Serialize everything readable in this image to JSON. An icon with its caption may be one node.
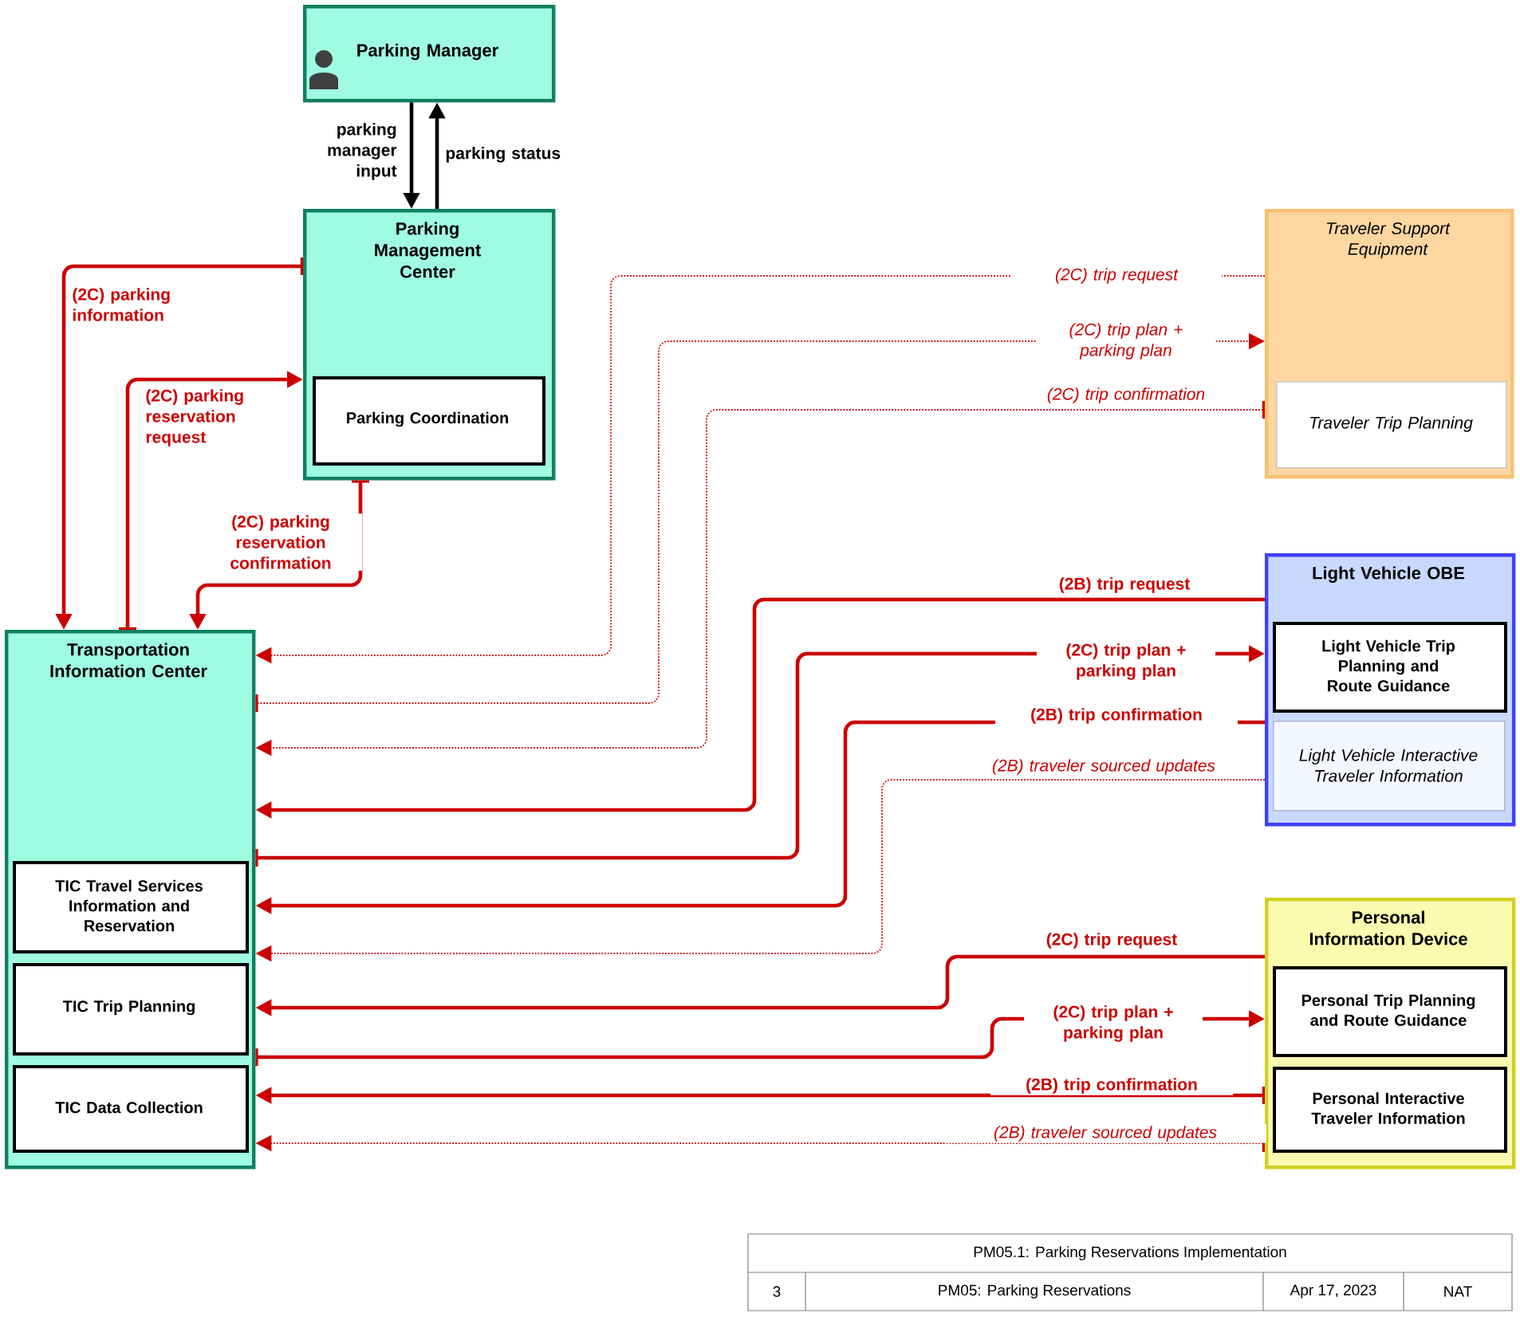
{
  "diagram": {
    "nodes": [
      {
        "text": [
          "Parking Manager"
        ]
      },
      {
        "text": [
          "Parking Management Center"
        ]
      },
      {
        "text": [
          "Parking Coordination"
        ],
        "in": 1
      },
      {
        "text": [
          "Transportation Information Center"
        ]
      },
      {
        "text": [
          "TIC Travel Services Information and Reservation"
        ],
        "in": 3
      },
      {
        "text": [
          "TIC Trip Planning"
        ],
        "in": 3
      },
      {
        "text": [
          "TIC Data Collection"
        ],
        "in": 3
      },
      {
        "text": [
          "Traveler Support Equipment"
        ]
      },
      {
        "text": [
          "Traveler Trip Planning"
        ],
        "in": 7
      },
      {
        "text": [
          "Light Vehicle OBE"
        ]
      },
      {
        "text": [
          "Light Vehicle Trip Planning and Route Guidance"
        ],
        "in": 9
      },
      {
        "text": [
          "Light Vehicle Interactive Traveler Information"
        ],
        "in": 9
      },
      {
        "text": [
          "Personal Information Device"
        ]
      },
      {
        "text": [
          "Personal Trip Planning and Route Guidance"
        ],
        "in": 12
      },
      {
        "text": [
          "Personal Interactive Traveler Information"
        ],
        "in": 12
      }
    ],
    "edges": [
      {
        "from": 0,
        "to": 1,
        "arrow": "to",
        "label": "parking manager input",
        "color": "#000000"
      },
      {
        "from": 1,
        "to": 0,
        "arrow": "to",
        "label": "parking status",
        "color": "#000000"
      },
      {
        "from": 1,
        "to": 3,
        "arrow": "to",
        "label": "(2C) parking information"
      },
      {
        "from": 3,
        "to": 1,
        "arrow": "to",
        "label": "(2C) parking reservation request"
      },
      {
        "from": 1,
        "to": 3,
        "arrow": "to",
        "label": "(2C) parking reservation confirmation"
      },
      {
        "from": 7,
        "to": 3,
        "arrow": "to",
        "label": "(2C) trip request",
        "style": "dashed"
      },
      {
        "from": 3,
        "to": 7,
        "arrow": "to",
        "label": "(2C) trip plan + parking plan",
        "style": "dashed"
      },
      {
        "from": 7,
        "to": 3,
        "arrow": "to",
        "label": "(2C) trip confirmation",
        "style": "dashed"
      },
      {
        "from": 9,
        "to": 3,
        "arrow": "to",
        "label": "(2B) trip request"
      },
      {
        "from": 3,
        "to": 9,
        "arrow": "to",
        "label": "(2C) trip plan + parking plan"
      },
      {
        "from": 9,
        "to": 3,
        "arrow": "to",
        "label": "(2B) trip confirmation"
      },
      {
        "from": 9,
        "to": 3,
        "arrow": "to",
        "label": "(2B) traveler sourced updates",
        "style": "dashed"
      },
      {
        "from": 12,
        "to": 3,
        "arrow": "to",
        "label": "(2C) trip request"
      },
      {
        "from": 3,
        "to": 12,
        "arrow": "to",
        "label": "(2C) trip plan + parking plan"
      },
      {
        "from": 12,
        "to": 3,
        "arrow": "to",
        "label": "(2B) trip confirmation"
      },
      {
        "from": 12,
        "to": 3,
        "arrow": "to",
        "label": "(2B) traveler sourced updates",
        "style": "dashed"
      }
    ],
    "labels": [
      "PM05.1: Parking Reservations Implementation",
      "3",
      "PM05: Parking Reservations",
      "Apr 17, 2023",
      "NAT"
    ]
  }
}
